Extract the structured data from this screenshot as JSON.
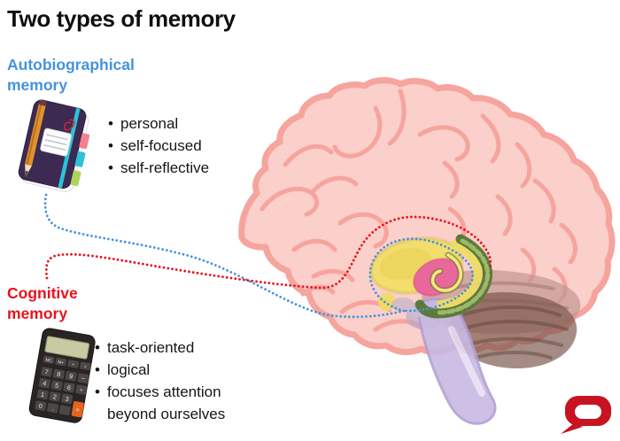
{
  "title": "Two types of memory",
  "sections": {
    "autobiographical": {
      "label": "Autobiographical memory",
      "color": "#4593dd",
      "icon": "notebook-icon",
      "bullets": [
        "personal",
        "self-focused",
        "self-reflective"
      ]
    },
    "cognitive": {
      "label": "Cognitive memory",
      "color": "#e8131d",
      "icon": "calculator-icon",
      "bullets": [
        "task-oriented",
        "logical",
        "focuses attention beyond ourselves"
      ]
    }
  },
  "calculator": {
    "keys": [
      "MC",
      "M+",
      "+",
      "×",
      "7",
      "8",
      "9",
      "−",
      "4",
      "5",
      "6",
      "÷",
      "1",
      "2",
      "3",
      "0",
      ".",
      "="
    ],
    "equals_color": "#e8641f"
  },
  "brain": {
    "fill": "#fbcfca",
    "outline": "#f6a49e",
    "structures": [
      "cerebrum",
      "temporal-lobe",
      "cerebellum",
      "brainstem",
      "thalamus-yellow",
      "limbic-pink",
      "fornix-curl",
      "hippocampus-green"
    ]
  },
  "connectors": {
    "blue_dotted": "#4793de",
    "red_dotted": "#e8131d",
    "style": "dotted"
  },
  "logo": {
    "color": "#c81422",
    "shape": "speech-bubble-o"
  }
}
